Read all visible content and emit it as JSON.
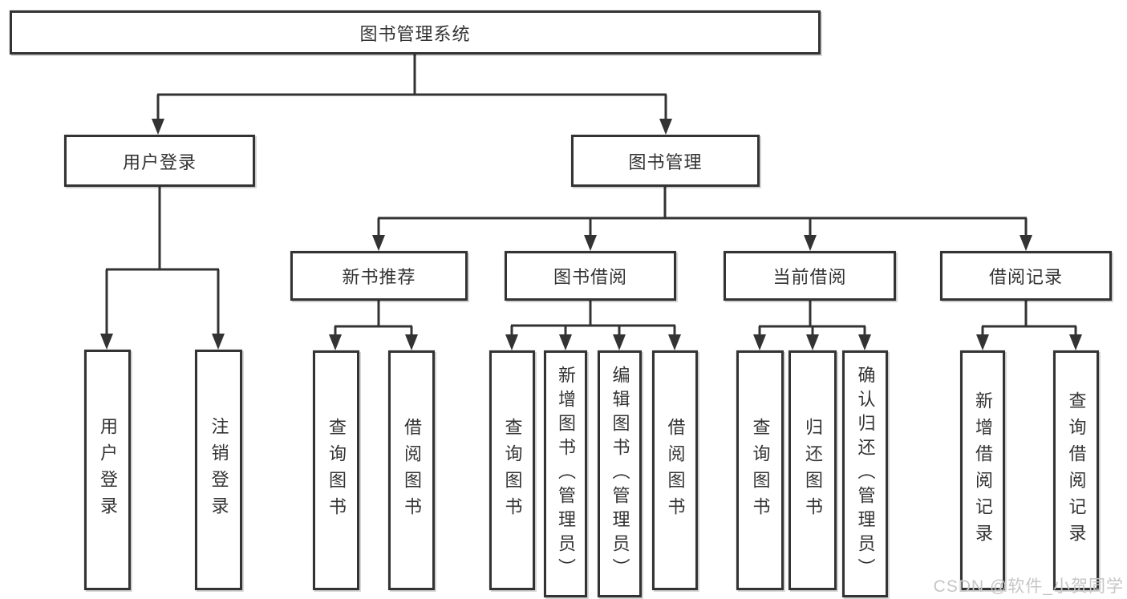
{
  "diagram": {
    "root": {
      "label": "图书管理系统"
    },
    "level2": [
      {
        "id": "user-login",
        "label": "用户登录"
      },
      {
        "id": "book-management",
        "label": "图书管理"
      }
    ],
    "level3": [
      {
        "id": "new-book-recommendation",
        "label": "新书推荐"
      },
      {
        "id": "book-borrowing",
        "label": "图书借阅"
      },
      {
        "id": "current-borrowing",
        "label": "当前借阅"
      },
      {
        "id": "borrowing-records",
        "label": "借阅记录"
      }
    ],
    "leaves": {
      "user_login": [
        "用户登录",
        "注销登录"
      ],
      "new_book_recommend": [
        "查询图书",
        "借阅图书"
      ],
      "book_borrow": [
        "查询图书",
        "新增图书（管理员）",
        "编辑图书（管理员）",
        "借阅图书"
      ],
      "current_borrow": [
        "查询图书",
        "归还图书",
        "确认归还（管理员）"
      ],
      "borrow_records": [
        "新增借阅记录",
        "查询借阅记录"
      ]
    }
  },
  "watermark": "CSDN @软件_小贺同学",
  "colors": {
    "line": "#333333",
    "box_border": "#333333",
    "box_background": "#ffffff",
    "text": "#333333",
    "watermark": "#c6c6c6",
    "page_background": "#ffffff"
  }
}
